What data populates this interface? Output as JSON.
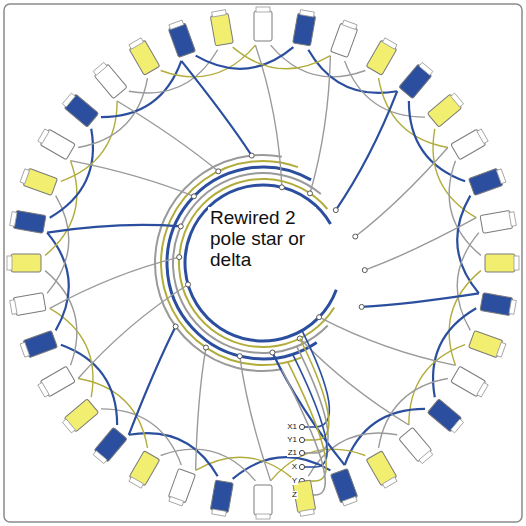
{
  "diagram": {
    "labels": [
      "Rewired 2 pole star or delta",
      "X1",
      "Y1",
      "Z1",
      "X",
      "Y",
      "Z"
    ]
  }
}
